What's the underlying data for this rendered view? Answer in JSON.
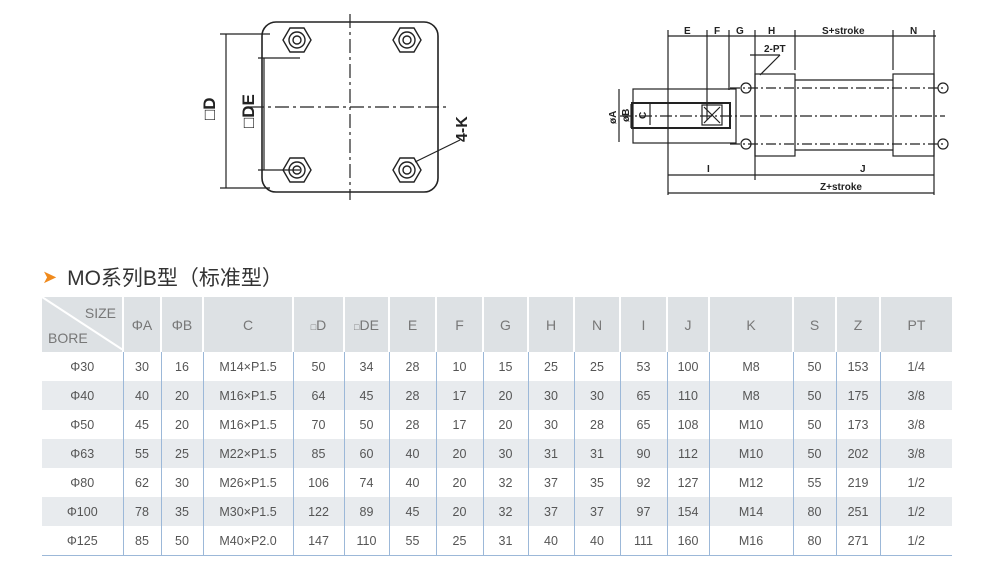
{
  "drawing_labels": {
    "D": "□D",
    "DE": "□DE",
    "K": "4-K",
    "E": "E",
    "F": "F",
    "G": "G",
    "H": "H",
    "S": "S+stroke",
    "N": "N",
    "PT": "2-PT",
    "A": "øA",
    "B": "øB",
    "C": "C",
    "I": "I",
    "J": "J",
    "Z": "Z+stroke"
  },
  "title": "MO系列B型（标准型）",
  "table": {
    "corner_size": "SIZE",
    "corner_bore": "BORE",
    "headers": [
      "ΦA",
      "ΦB",
      "C",
      "D",
      "DE",
      "E",
      "F",
      "G",
      "H",
      "N",
      "I",
      "J",
      "K",
      "S",
      "Z",
      "PT"
    ],
    "rows": [
      [
        "Φ30",
        "30",
        "16",
        "M14×P1.5",
        "50",
        "34",
        "28",
        "10",
        "15",
        "25",
        "25",
        "53",
        "100",
        "M8",
        "50",
        "153",
        "1/4"
      ],
      [
        "Φ40",
        "40",
        "20",
        "M16×P1.5",
        "64",
        "45",
        "28",
        "17",
        "20",
        "30",
        "30",
        "65",
        "110",
        "M8",
        "50",
        "175",
        "3/8"
      ],
      [
        "Φ50",
        "45",
        "20",
        "M16×P1.5",
        "70",
        "50",
        "28",
        "17",
        "20",
        "30",
        "28",
        "65",
        "108",
        "M10",
        "50",
        "173",
        "3/8"
      ],
      [
        "Φ63",
        "55",
        "25",
        "M22×P1.5",
        "85",
        "60",
        "40",
        "20",
        "30",
        "31",
        "31",
        "90",
        "112",
        "M10",
        "50",
        "202",
        "3/8"
      ],
      [
        "Φ80",
        "62",
        "30",
        "M26×P1.5",
        "106",
        "74",
        "40",
        "20",
        "32",
        "37",
        "35",
        "92",
        "127",
        "M12",
        "55",
        "219",
        "1/2"
      ],
      [
        "Φ100",
        "78",
        "35",
        "M30×P1.5",
        "122",
        "89",
        "45",
        "20",
        "32",
        "37",
        "37",
        "97",
        "154",
        "M14",
        "80",
        "251",
        "1/2"
      ],
      [
        "Φ125",
        "85",
        "50",
        "M40×P2.0",
        "147",
        "110",
        "55",
        "25",
        "31",
        "40",
        "40",
        "111",
        "160",
        "M16",
        "80",
        "271",
        "1/2"
      ]
    ]
  }
}
